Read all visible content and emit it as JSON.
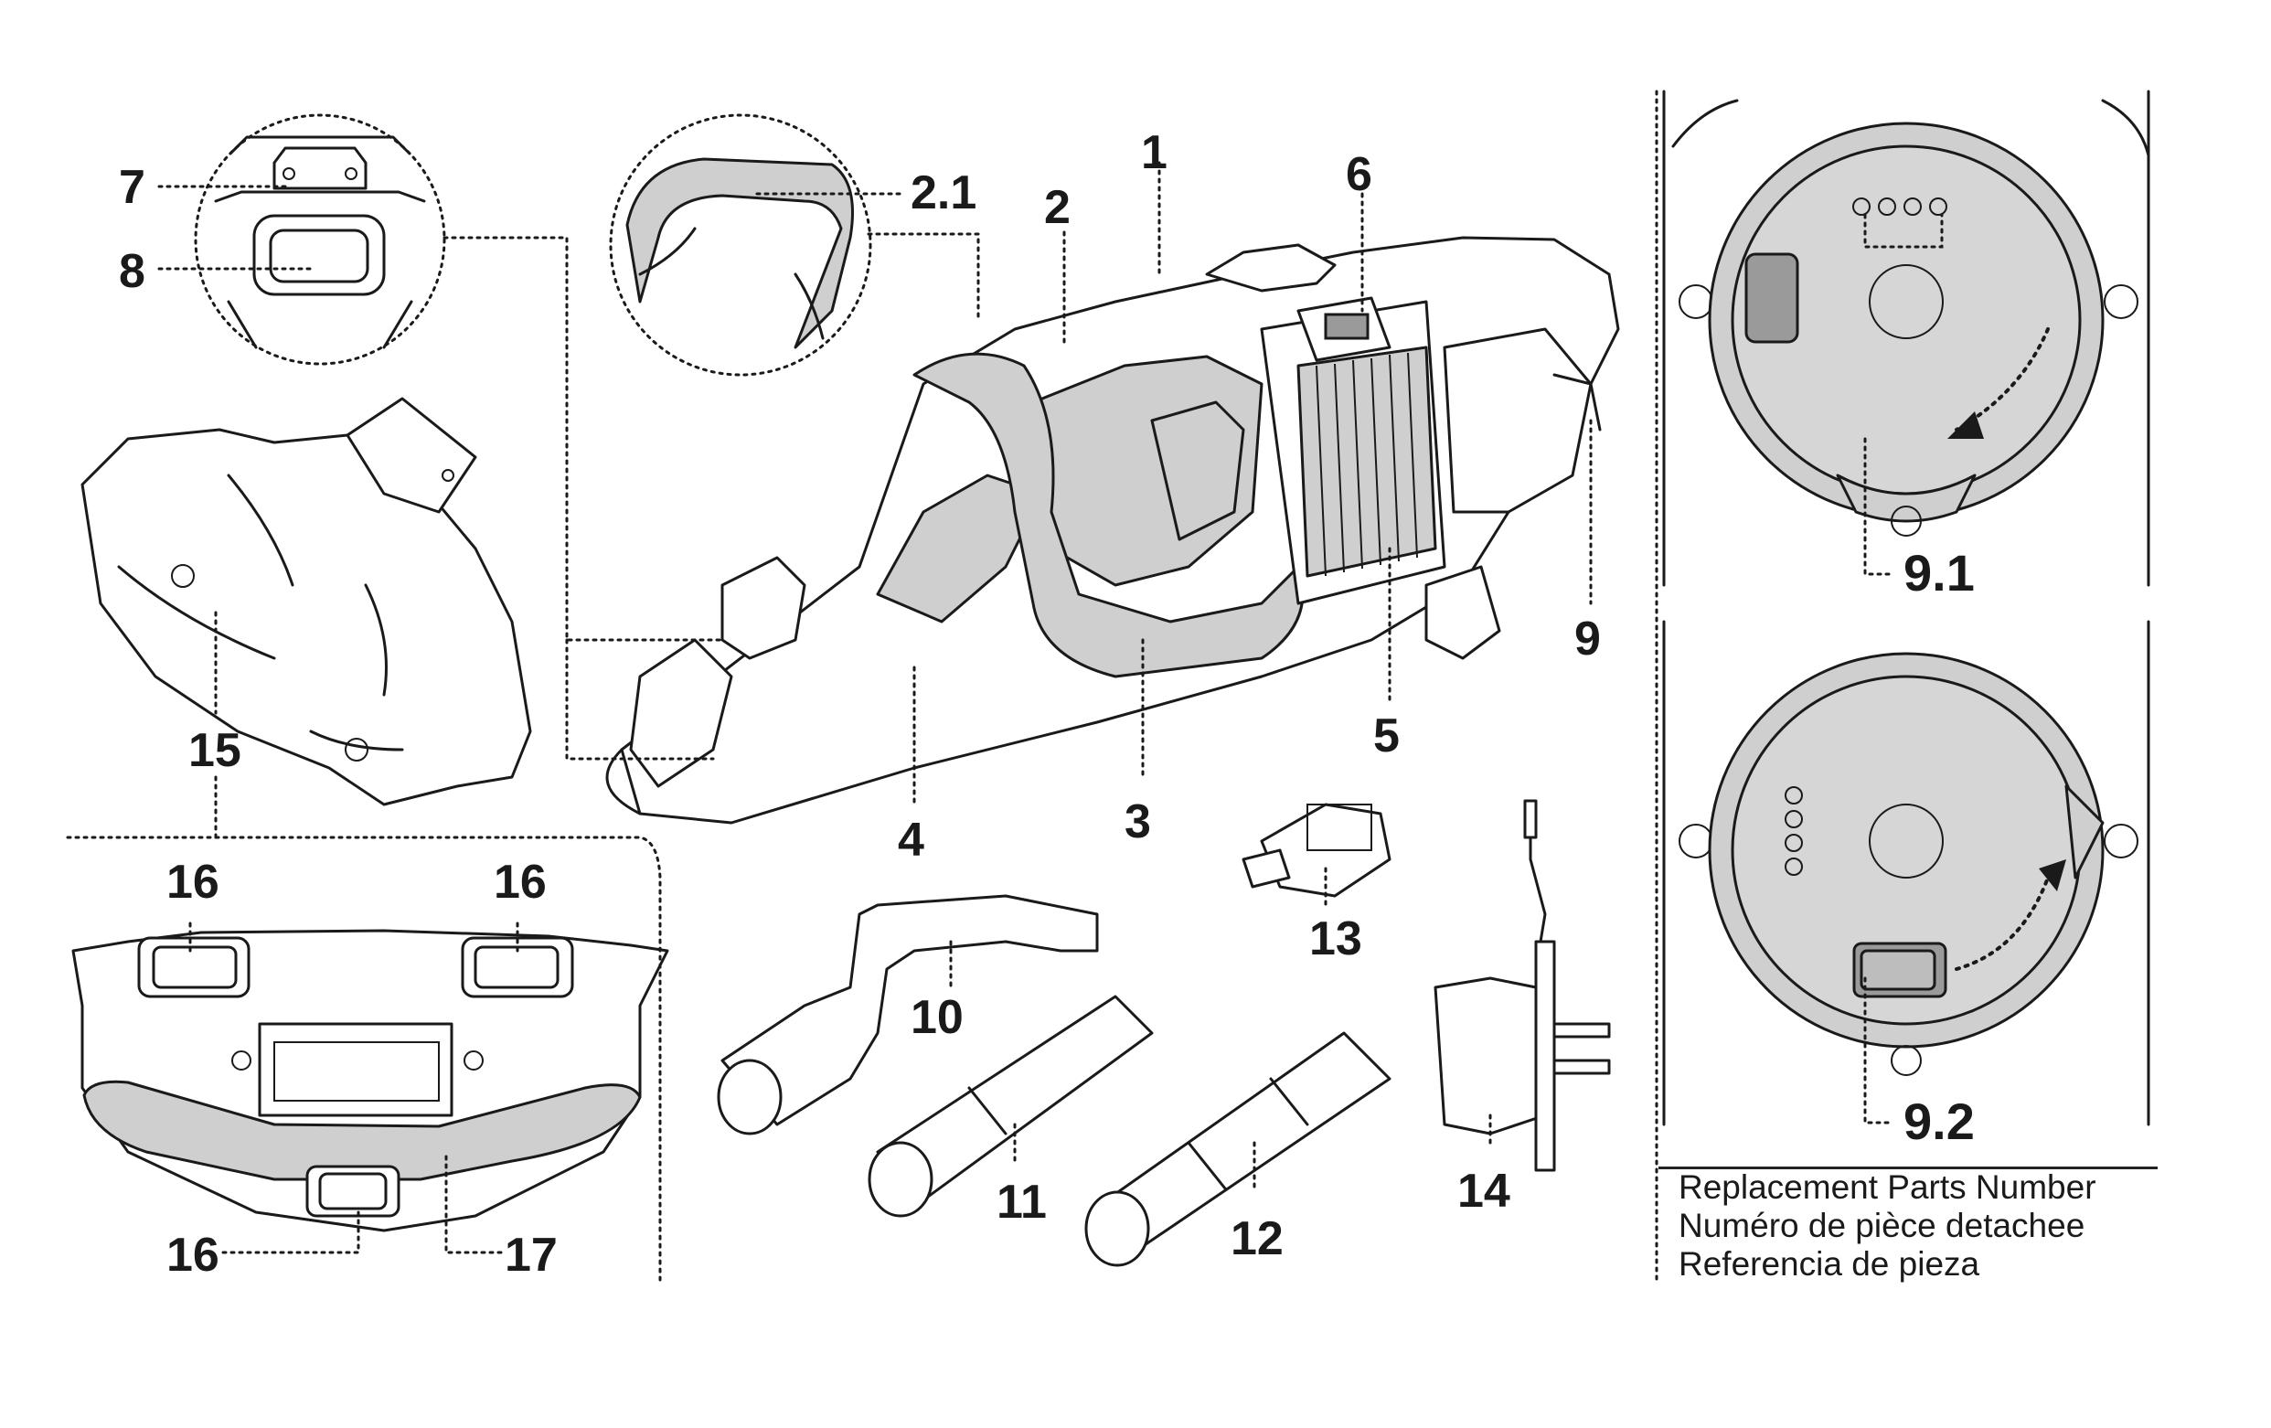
{
  "callouts": {
    "n1": "1",
    "n2": "2",
    "n2_1": "2.1",
    "n3": "3",
    "n4": "4",
    "n5": "5",
    "n6": "6",
    "n7": "7",
    "n8": "8",
    "n9": "9",
    "n9_1": "9.1",
    "n9_2": "9.2",
    "n10": "10",
    "n11": "11",
    "n12": "12",
    "n13": "13",
    "n14": "14",
    "n15": "15",
    "n16a": "16",
    "n16b": "16",
    "n16c": "16",
    "n17": "17"
  },
  "caption": {
    "line1": "Replacement Parts Number",
    "line2": "Numéro de pièce detachee",
    "line3": "Referencia de pieza"
  },
  "colors": {
    "ink": "#1a1a1a",
    "shade": "#cfcfcf",
    "dark_shade": "#8a8a8a"
  }
}
